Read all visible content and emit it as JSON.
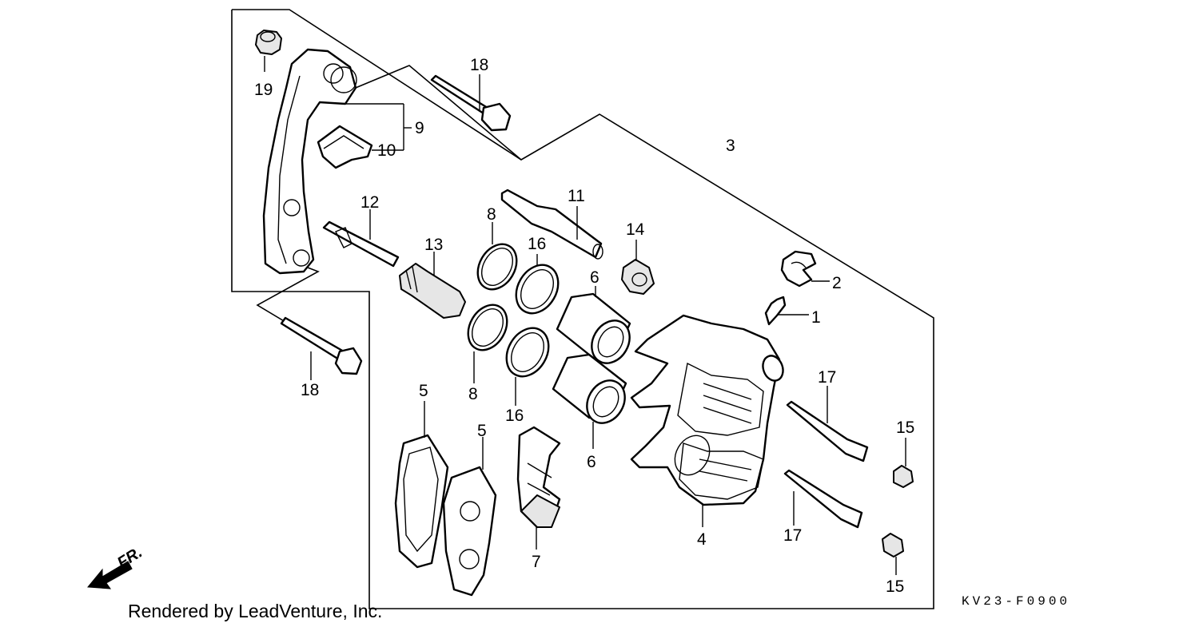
{
  "diagram": {
    "labels": {
      "l1": "1",
      "l2": "2",
      "l3": "3",
      "l4": "4",
      "l5a": "5",
      "l5b": "5",
      "l6a": "6",
      "l6b": "6",
      "l7": "7",
      "l8a": "8",
      "l8b": "8",
      "l9": "9",
      "l10": "10",
      "l11": "11",
      "l12": "12",
      "l13": "13",
      "l14": "14",
      "l15a": "15",
      "l15b": "15",
      "l16a": "16",
      "l16b": "16",
      "l17a": "17",
      "l17b": "17",
      "l18a": "18",
      "l18b": "18",
      "l19": "19"
    },
    "front_marker": "FR.",
    "credit": "Rendered by LeadVenture, Inc.",
    "drawing_code": "KV23-F0900"
  },
  "colors": {
    "ink": "#000000",
    "background": "#ffffff",
    "shade": "#e6e6e6"
  }
}
